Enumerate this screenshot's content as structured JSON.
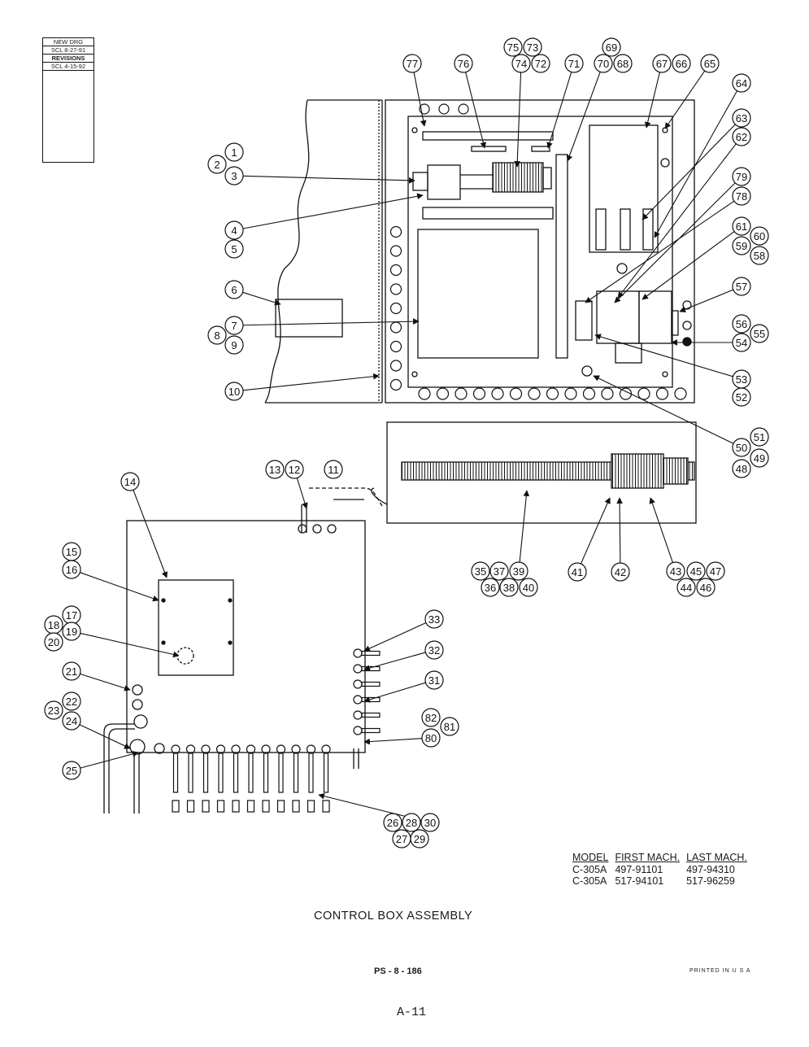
{
  "stamp": {
    "new_drawing_label": "NEW DRG",
    "new_drawing_code": "SCL 8-27-91",
    "revisions_label": "REVISIONS",
    "revision_code": "SCL 4-15-92"
  },
  "title": "CONTROL BOX ASSEMBLY",
  "page_code": "PS - 8 - 186",
  "printed_note": "PRINTED IN U S A",
  "page_number": "A-11",
  "model_table": {
    "headers": [
      "MODEL",
      "FIRST MACH.",
      "LAST MACH."
    ],
    "rows": [
      [
        "C-305A",
        "497-91101",
        "497-94310"
      ],
      [
        "C-305A",
        "517-94101",
        "517-96259"
      ]
    ]
  },
  "callouts": [
    "1",
    "2",
    "3",
    "4",
    "5",
    "6",
    "7",
    "8",
    "9",
    "10",
    "11",
    "12",
    "13",
    "14",
    "15",
    "16",
    "17",
    "18",
    "19",
    "20",
    "21",
    "22",
    "23",
    "24",
    "25",
    "26",
    "27",
    "28",
    "29",
    "30",
    "31",
    "32",
    "33",
    "35",
    "36",
    "37",
    "38",
    "39",
    "40",
    "41",
    "42",
    "43",
    "44",
    "45",
    "46",
    "47",
    "48",
    "49",
    "50",
    "51",
    "52",
    "53",
    "54",
    "55",
    "56",
    "57",
    "58",
    "59",
    "60",
    "61",
    "62",
    "63",
    "64",
    "65",
    "66",
    "67",
    "68",
    "69",
    "70",
    "71",
    "72",
    "73",
    "74",
    "75",
    "76",
    "77",
    "78",
    "79",
    "80",
    "81",
    "82"
  ]
}
